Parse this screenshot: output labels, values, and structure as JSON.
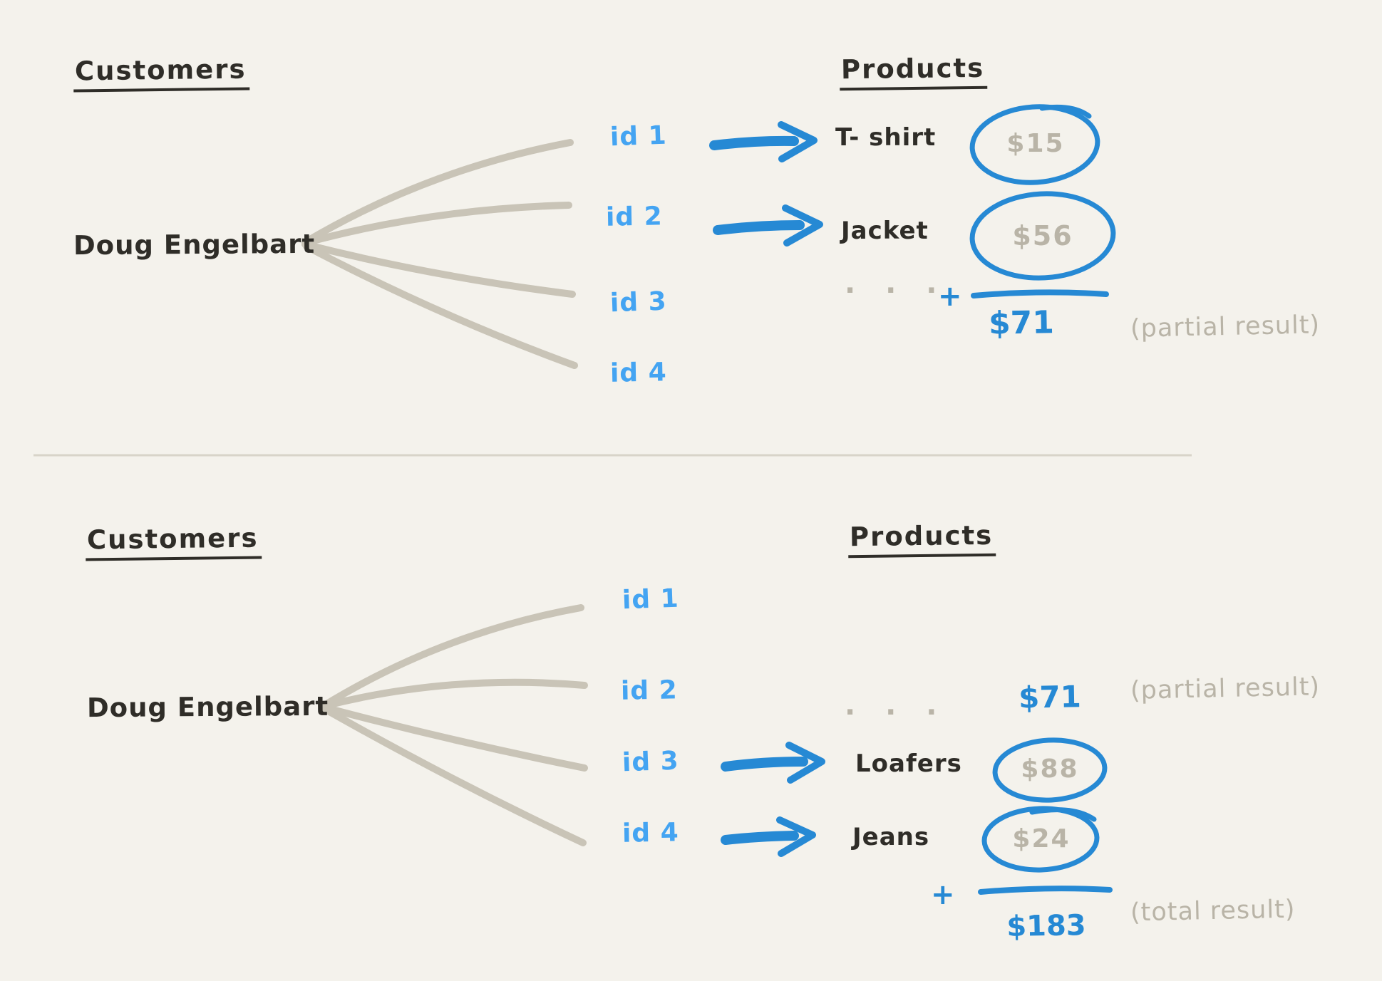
{
  "canvas": {
    "background": "#f4f2ec"
  },
  "colors": {
    "ink": "#2f2d28",
    "gray_text": "#b9b4a7",
    "gray_stroke": "#c9c4b7",
    "blue_id": "#44a4f2",
    "blue_ink": "#2689d4",
    "divider": "#d8d4c9"
  },
  "top_panel": {
    "customers_heading": "Customers",
    "products_heading": "Products",
    "customer_name": "Doug Engelbart",
    "ids": [
      "id 1",
      "id 2",
      "id 3",
      "id 4"
    ],
    "rows": [
      {
        "product": "T- shirt",
        "price": "$15"
      },
      {
        "product": "Jacket",
        "price": "$56"
      }
    ],
    "ellipsis": "· · ·",
    "plus_sign": "+",
    "sum_value": "$71",
    "sum_note": "(partial result)"
  },
  "bottom_panel": {
    "customers_heading": "Customers",
    "products_heading": "Products",
    "customer_name": "Doug Engelbart",
    "ids": [
      "id 1",
      "id 2",
      "id 3",
      "id 4"
    ],
    "ellipsis": "· · ·",
    "carry_value": "$71",
    "carry_note": "(partial result)",
    "rows": [
      {
        "product": "Loafers",
        "price": "$88"
      },
      {
        "product": "Jeans",
        "price": "$24"
      }
    ],
    "plus_sign": "+",
    "sum_value": "$183",
    "sum_note": "(total result)"
  }
}
